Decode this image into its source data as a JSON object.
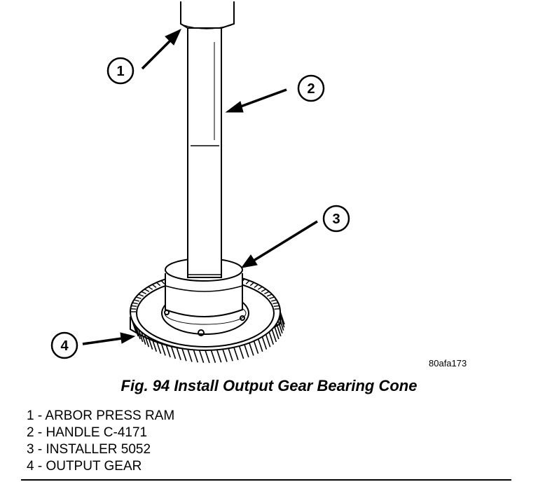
{
  "figure": {
    "ref_code": "80afa173",
    "caption": "Fig. 94 Install Output Gear Bearing Cone",
    "callouts": [
      "1",
      "2",
      "3",
      "4"
    ]
  },
  "legend": [
    {
      "text": "1 - ARBOR PRESS RAM"
    },
    {
      "text": "2 - HANDLE C-4171"
    },
    {
      "text": "3 - INSTALLER 5052"
    },
    {
      "text": "4 - OUTPUT GEAR"
    }
  ]
}
